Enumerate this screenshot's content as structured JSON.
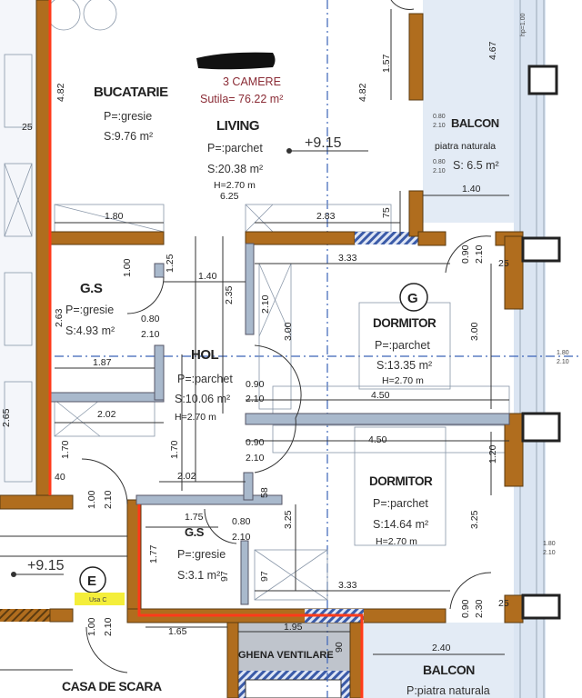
{
  "title": {
    "units": "3 CAMERE",
    "area": "Sutila= 76.22 m²"
  },
  "rooms": {
    "bucatarie": {
      "name": "BUCATARIE",
      "floor": "P=:gresie",
      "area": "S:9.76 m²"
    },
    "living": {
      "name": "LIVING",
      "floor": "P=:parchet",
      "area": "S:20.38 m²",
      "height": "H=2.70 m",
      "width": "6.25"
    },
    "balcon_top": {
      "name": "BALCON",
      "floor": "piatra naturala",
      "area": "S: 6.5 m²",
      "width": "1.40",
      "length": "4.67"
    },
    "gs1": {
      "name": "G.S",
      "floor": "P=:gresie",
      "area": "S:4.93 m²"
    },
    "hol": {
      "name": "HOL",
      "floor": "P=:parchet",
      "area": "S:10.06 m²",
      "height": "H=2.70 m"
    },
    "dormitor1": {
      "name": "DORMITOR",
      "floor": "P=:parchet",
      "area": "S:13.35 m²",
      "height": "H=2.70 m"
    },
    "dormitor2": {
      "name": "DORMITOR",
      "floor": "P=:parchet",
      "area": "S:14.64 m²",
      "height": "H=2.70 m"
    },
    "gs2": {
      "name": "G.S",
      "floor": "P=:gresie",
      "area": "S:3.1 m²"
    },
    "ghena": {
      "name": "GHENA VENTILARE"
    },
    "casa_scara": {
      "name": "CASA DE SCARA"
    },
    "balcon_bottom": {
      "name": "BALCON",
      "floor": "P:piatra naturala",
      "width": "2.40"
    }
  },
  "markers": {
    "g": "G",
    "e": "E",
    "door_tag": "Usa C",
    "level1": "+9.15",
    "level2": "+9.15"
  },
  "dims": {
    "d482a": "4.82",
    "d482b": "4.82",
    "d157": "1.57",
    "d180": "1.80",
    "d283": "2.83",
    "d75": "75",
    "d25a": "25",
    "d333a": "3.33",
    "d333b": "3.33",
    "d100": "1.00",
    "d125": "1.25",
    "d140": "1.40",
    "d235": "2.35",
    "d210": "2.10",
    "d300a": "3.00",
    "d300b": "3.00",
    "d263": "2.63",
    "d187": "1.87",
    "d202a": "2.02",
    "d202b": "2.02",
    "d170a": "1.70",
    "d170b": "1.70",
    "d40": "40",
    "d265": "2.65",
    "d450a": "4.50",
    "d450b": "4.50",
    "d120": "1.20",
    "d325a": "3.25",
    "d325b": "3.25",
    "d175": "1.75",
    "d177": "1.77",
    "d97a": "97",
    "d97b": "97",
    "d58": "58",
    "d165": "1.65",
    "d195": "1.95",
    "d90": "90",
    "d25b": "25",
    "d25c": "25",
    "hp100": "hp=1.00"
  },
  "doors": {
    "gs1_w": "0.80",
    "gs1_h": "2.10",
    "hol1_w": "0.90",
    "hol1_h": "2.10",
    "hol2_w": "0.90",
    "hol2_h": "2.10",
    "entry_w": "1.00",
    "entry_h": "2.10",
    "gs2_w": "0.80",
    "gs2_h": "2.10",
    "bal1_w": "0.90",
    "bal1_h": "2.10",
    "bal2_w": "0.90",
    "bal2_h": "2.30",
    "e_w": "1.00",
    "e_h": "2.10",
    "win1_w": "0.80",
    "win1_h": "2.10",
    "win2_w": "0.80",
    "win2_h": "2.10",
    "win3_w": "1.80",
    "win3_h": "2.10",
    "win4_w": "1.80",
    "win4_h": "2.10"
  }
}
